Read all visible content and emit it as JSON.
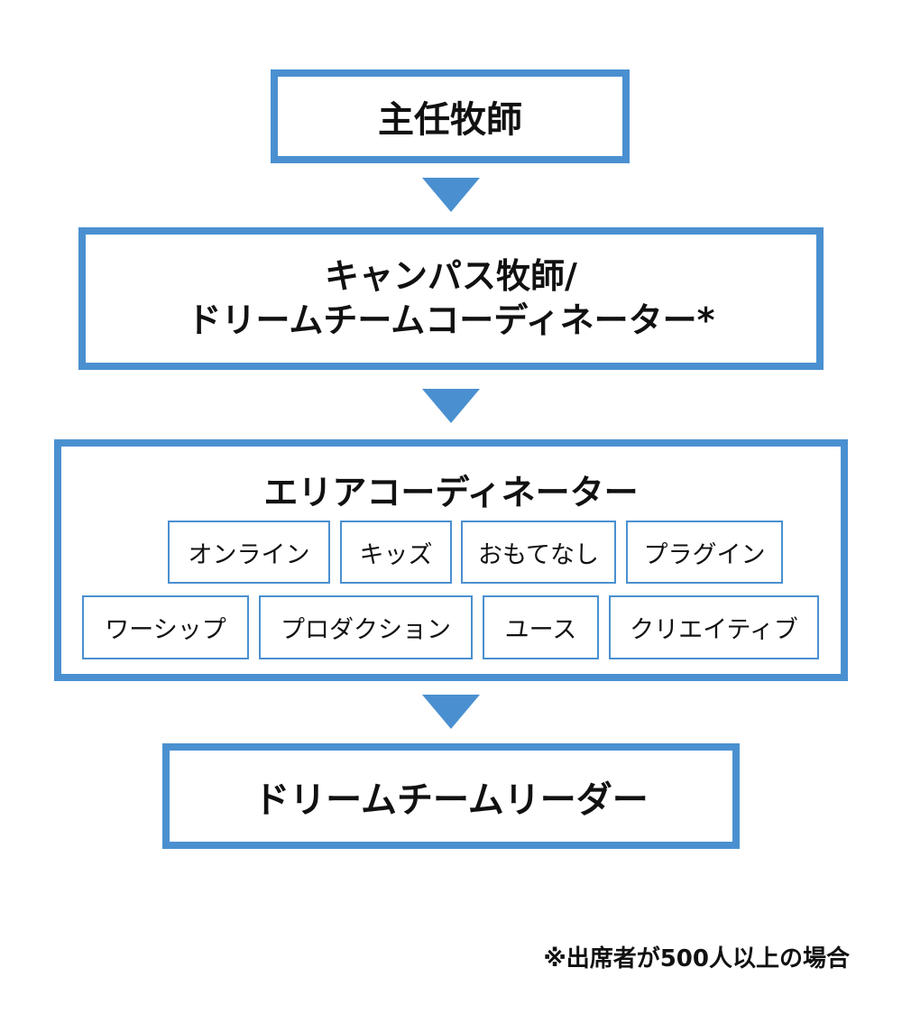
{
  "diagram": {
    "level1": {
      "label": "主任牧師"
    },
    "level2": {
      "line1": "キャンパス牧師/",
      "line2": "ドリームチームコーディネーター*"
    },
    "level3": {
      "title": "エリアコーディネーター",
      "areas": [
        "オンライン",
        "キッズ",
        "おもてなし",
        "プラグイン",
        "ワーシップ",
        "プロダクション",
        "ユース",
        "クリエイティブ"
      ]
    },
    "level4": {
      "label": "ドリームチームリーダー"
    },
    "footnote": "※出席者が500人以上の場合"
  },
  "colors": {
    "accent": "#4a90d0",
    "text": "#111111",
    "background": "#ffffff"
  }
}
